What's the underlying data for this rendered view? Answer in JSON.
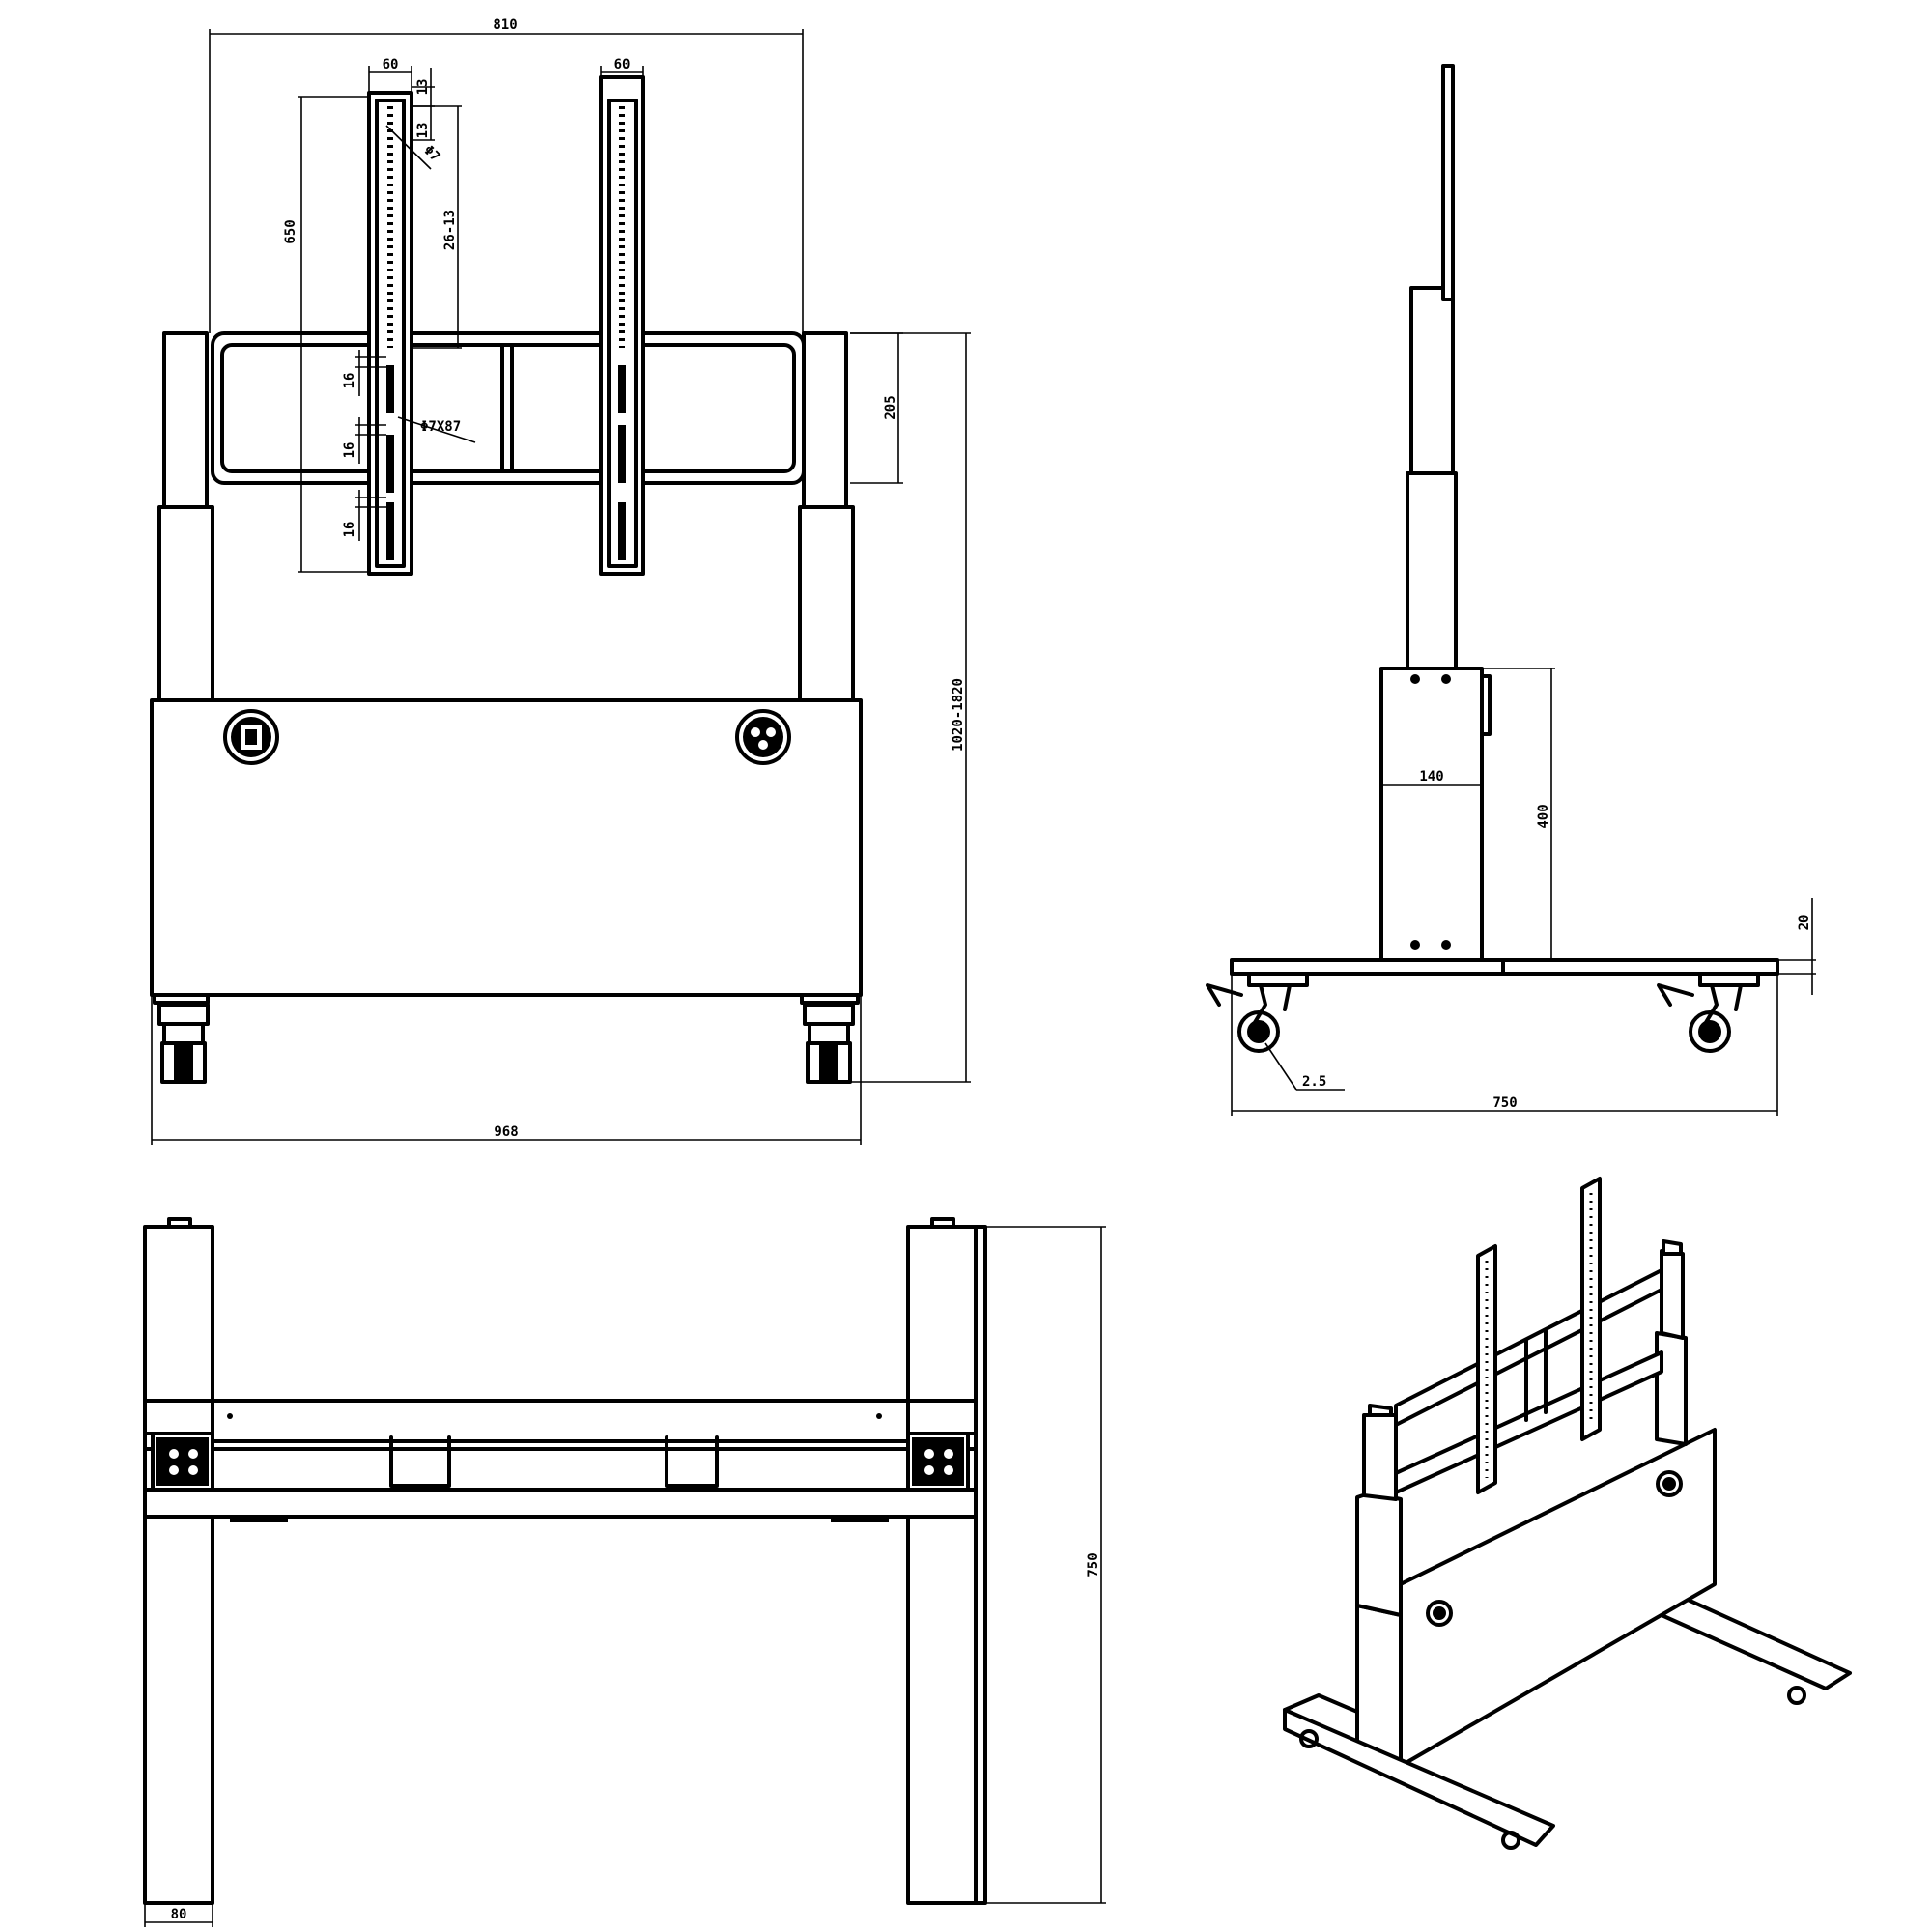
{
  "views": {
    "front": {
      "dims": {
        "frame_width": "810",
        "pole_width_left": "60",
        "pole_width_right": "60",
        "hole_spacing_top": "13",
        "hole_spacing_second": "13",
        "hole_diameter": "Φ7",
        "vesa_height": "650",
        "hole_pitch": "26-13",
        "slot_spacing_1": "16",
        "slot_spacing_2": "16",
        "slot_spacing_3": "16",
        "slot_size": "Φ7X87",
        "frame_height": "205",
        "total_height_range": "1020-1820",
        "base_width": "968"
      }
    },
    "side": {
      "dims": {
        "column_depth": "140",
        "cabinet_height": "400",
        "base_thickness": "20",
        "caster_label": "2.5",
        "base_depth": "750"
      }
    },
    "top": {
      "dims": {
        "depth": "750",
        "leg_width": "80"
      }
    },
    "iso": {
      "dims": {}
    }
  }
}
